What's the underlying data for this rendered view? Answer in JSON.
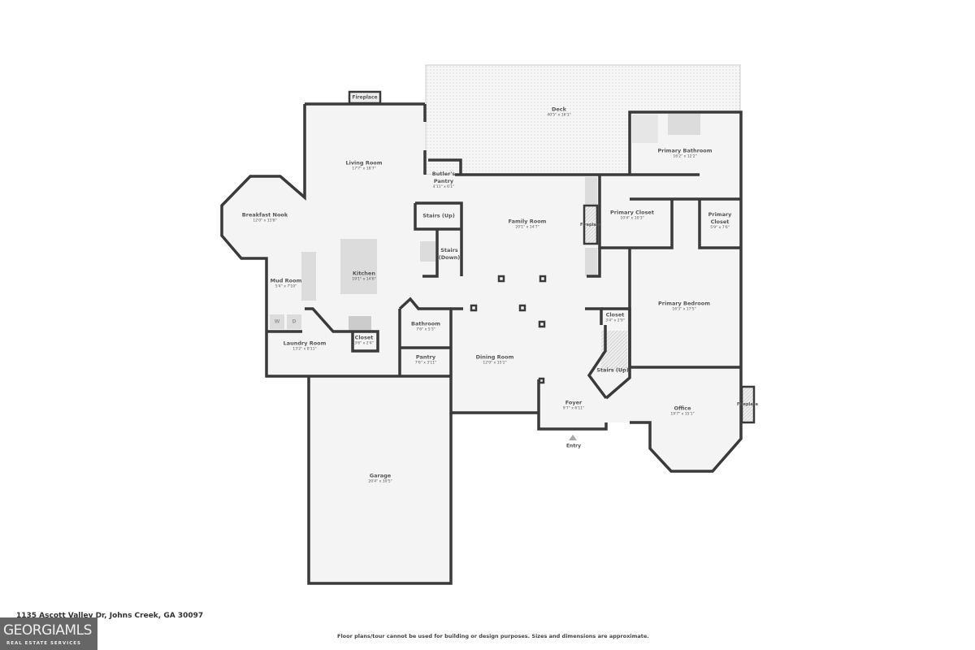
{
  "rooms": {
    "deck": {
      "name": "Deck",
      "dims": "40'5\" x 16'1\""
    },
    "living_room": {
      "name": "Living Room",
      "dims": "17'7\" x 18'7\""
    },
    "butlers_pantry": {
      "name": "Butler's Pantry",
      "dims": "4'11\" x 6'1\""
    },
    "breakfast_nook": {
      "name": "Breakfast Nook",
      "dims": "12'0\" x 11'8\""
    },
    "stairs_up_1": {
      "name": "Stairs (Up)"
    },
    "stairs_down": {
      "name": "Stairs (Down)"
    },
    "kitchen": {
      "name": "Kitchen",
      "dims": "19'1\" x 14'6\""
    },
    "mud_room": {
      "name": "Mud Room",
      "dims": "5'4\" x 7'10\""
    },
    "laundry_room": {
      "name": "Laundry Room",
      "dims": "13'2\" x 8'11\""
    },
    "closet_laundry": {
      "name": "Closet",
      "dims": "3'6\" x 2'4\""
    },
    "bathroom": {
      "name": "Bathroom",
      "dims": "7'6\" x 5'3\""
    },
    "pantry": {
      "name": "Pantry",
      "dims": "7'6\" x 3'11\""
    },
    "family_room": {
      "name": "Family Room",
      "dims": "20'1\" x 14'7\""
    },
    "primary_bathroom": {
      "name": "Primary Bathroom",
      "dims": "16'2\" x 12'2\""
    },
    "primary_closet_1": {
      "name": "Primary Closet",
      "dims": "10'4\" x 10'3\""
    },
    "primary_closet_2": {
      "name": "Primary Closet",
      "dims": "5'9\" x 7'6\""
    },
    "primary_bedroom": {
      "name": "Primary Bedroom",
      "dims": "16'3\" x 17'5\""
    },
    "closet_hall": {
      "name": "Closet",
      "dims": "3'4\" x 2'9\""
    },
    "stairs_up_2": {
      "name": "Stairs (Up)"
    },
    "dining_room": {
      "name": "Dining Room",
      "dims": "12'9\" x 15'2\""
    },
    "foyer": {
      "name": "Foyer",
      "dims": "9'7\" x 6'11\""
    },
    "office": {
      "name": "Office",
      "dims": "19'7\" x 15'1\""
    },
    "garage": {
      "name": "Garage",
      "dims": "20'4\" x 30'5\""
    }
  },
  "labels": {
    "fireplace_living": "Fireplace",
    "fireplace_family": "Fireplace",
    "fireplace_office": "Fireplace",
    "entry": "Entry",
    "washer": "W",
    "dryer": "D"
  },
  "footer": {
    "address": "1135 Ascott Valley Dr, Johns Creek, GA 30097",
    "disclaimer": "Floor plans/tour cannot be used for building or design purposes. Sizes and dimensions are approximate.",
    "logo_main": "GEORGIAMLS",
    "logo_sub": "REAL ESTATE SERVICES"
  },
  "colors": {
    "wall": "#3a3a3a",
    "floor": "#f4f4f4",
    "fixture": "#dcdcdc"
  }
}
